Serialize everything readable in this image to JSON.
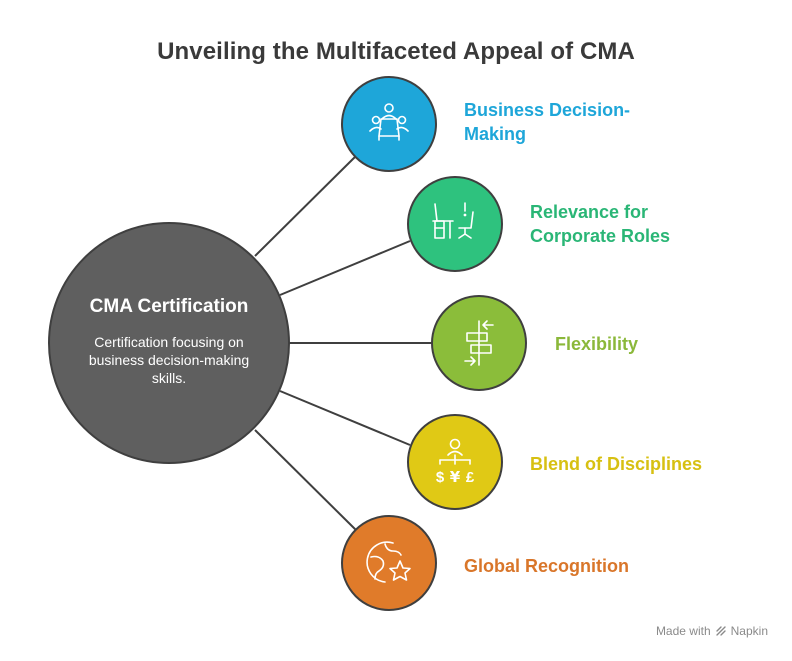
{
  "title": "Unveiling the Multifaceted Appeal of CMA",
  "center": {
    "title": "CMA Certification",
    "description": "Certification focusing on business decision-making skills."
  },
  "nodes": [
    {
      "label_lines": [
        "Business Decision-",
        "Making"
      ],
      "color": "#1ea6d9",
      "text_color": "#1ea6d9",
      "icon": "meeting-table-icon"
    },
    {
      "label_lines": [
        "Relevance for",
        "Corporate Roles"
      ],
      "color": "#2ec27e",
      "text_color": "#2ab676",
      "icon": "office-desk-icon"
    },
    {
      "label_lines": [
        "Flexibility"
      ],
      "color": "#8bbd3a",
      "text_color": "#8bb83a",
      "icon": "flexible-arrows-icon"
    },
    {
      "label_lines": [
        "Blend of Disciplines"
      ],
      "color": "#e0c915",
      "text_color": "#d7c012",
      "icon": "currency-person-icon"
    },
    {
      "label_lines": [
        "Global Recognition"
      ],
      "color": "#e07b2a",
      "text_color": "#d9762a",
      "icon": "globe-star-icon"
    }
  ],
  "footer": {
    "made_with": "Made with",
    "brand": "Napkin"
  },
  "colors": {
    "center_fill": "#5f5f5f",
    "line": "#3f3f3f"
  }
}
